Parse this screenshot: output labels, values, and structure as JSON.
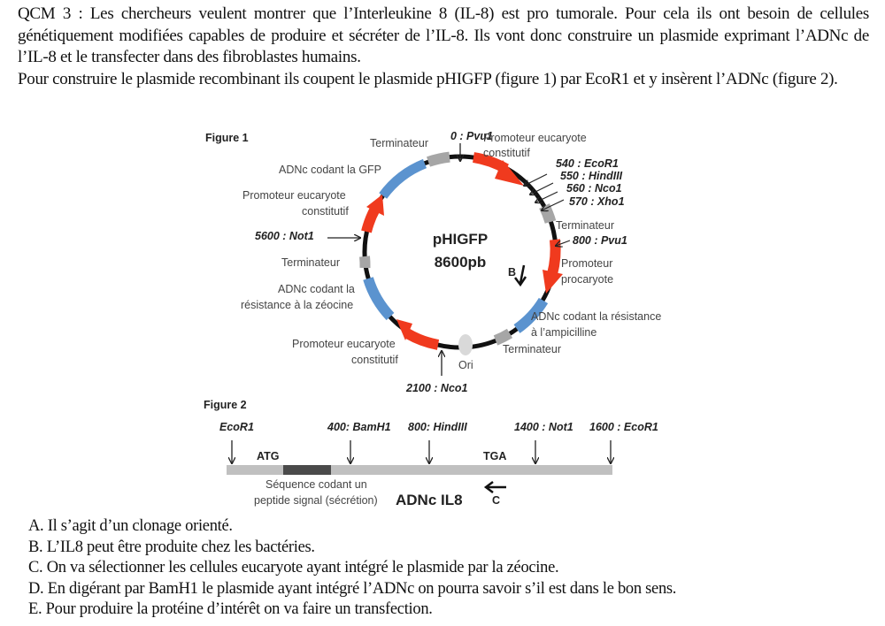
{
  "question": {
    "paragraph1": "QCM 3 : Les chercheurs veulent montrer que l’Interleukine 8 (IL-8) est pro tumorale. Pour cela ils ont besoin de cellules génétiquement modifiées capables de produire et sécréter de l’IL-8. Ils vont donc construire un plasmide exprimant l’ADNc de l’IL-8 et le transfecter dans des fibroblastes humains.",
    "paragraph2": "Pour construire le plasmide recombinant ils coupent le plasmide pHIGFP (figure 1) par EcoR1 et y insèrent l’ADNc (figure 2)."
  },
  "figure1": {
    "title": "Figure 1",
    "plasmid_name": "pHIGFP",
    "plasmid_size": "8600pb",
    "labels": {
      "terminateur_top": "Terminateur",
      "pvu1_0": "0 : Pvu1",
      "promoteur_euk_top_1": "Promoteur eucaryote",
      "promoteur_euk_top_2": "constitutif",
      "ecor1_540": "540 : EcoR1",
      "hindiii_550": "550 : HindIII",
      "nco1_560": "560 : Nco1",
      "xho1_570": "570 : Xho1",
      "terminateur_right": "Terminateur",
      "pvu1_800": "800 : Pvu1",
      "promoteur_prok_1": "Promoteur",
      "promoteur_prok_2": "procaryote",
      "b_marker": "B",
      "amp_1": "ADNc codant la résistance",
      "amp_2": "à l’ampicilline",
      "terminateur_bottom": "Terminateur",
      "ori": "Ori",
      "nco1_2100": "2100 : Nco1",
      "promoteur_euk_bottom_1": "Promoteur eucaryote",
      "promoteur_euk_bottom_2": "constitutif",
      "zeo_1": "ADNc codant la",
      "zeo_2": "résistance à la zéocine",
      "terminateur_left": "Terminateur",
      "not1_5600": "5600 : Not1",
      "promoteur_euk_left_1": "Promoteur eucaryote",
      "promoteur_euk_left_2": "constitutif",
      "gfp": "ADNc codant la GFP"
    },
    "colors": {
      "promoter": "#f03a1e",
      "cdna": "#5b93cf",
      "terminator": "#a6a6a6",
      "ori": "#d9d9d9",
      "backbone": "#111111"
    }
  },
  "figure2": {
    "title": "Figure 2",
    "sites": [
      "EcoR1",
      "400: BamH1",
      "800: HindIII",
      "1400 : Not1",
      "1600 : EcoR1"
    ],
    "atg": "ATG",
    "tga": "TGA",
    "signal_1": "Séquence codant un",
    "signal_2": "peptide signal (sécrétion)",
    "cdna_label": "ADNc IL8",
    "c_marker": "C",
    "colors": {
      "bar": "#c0c0c0",
      "signal": "#4a4a4a"
    }
  },
  "answers": [
    "A. Il s’agit d’un clonage orienté.",
    "B. L’IL8 peut être produite chez les bactéries.",
    "C. On va sélectionner les cellules eucaryote ayant intégré le plasmide par la zéocine.",
    "D. En digérant par BamH1 le plasmide ayant intégré l’ADNc on pourra savoir s’il est dans le bon sens.",
    "E. Pour produire la protéine d’intérêt on va faire un transfection."
  ]
}
